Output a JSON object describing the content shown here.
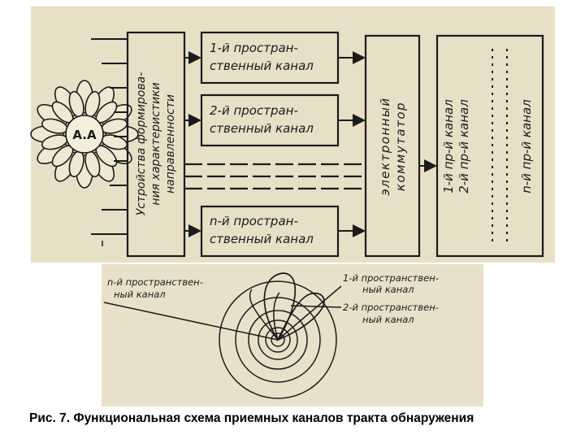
{
  "diagram": {
    "antenna_label": "A.A",
    "beamformer": {
      "lines": [
        "Устройства формирова-",
        "ния характеристики",
        "направленности"
      ]
    },
    "channels": [
      {
        "line1": "1-й простран-",
        "line2": "ственный канал"
      },
      {
        "line1": "2-й простран-",
        "line2": "ственный канал"
      },
      {
        "line1": "n-й простран-",
        "line2": "ственный канал"
      }
    ],
    "commutator": {
      "lines": [
        "электронный",
        "коммутатор"
      ]
    },
    "outputs": [
      "1-й пр-й канал",
      "2-й пр-й канал",
      "n-й пр-й канал"
    ]
  },
  "pattern": {
    "label_n": [
      "n-й пространствен-",
      "ный канал"
    ],
    "label_1": [
      "1-й пространствен-",
      "ный канал"
    ],
    "label_2": [
      "2-й пространствен-",
      "ный канал"
    ]
  },
  "caption": "Рис. 7. Функциональная схема приемных каналов тракта обнаружения"
}
